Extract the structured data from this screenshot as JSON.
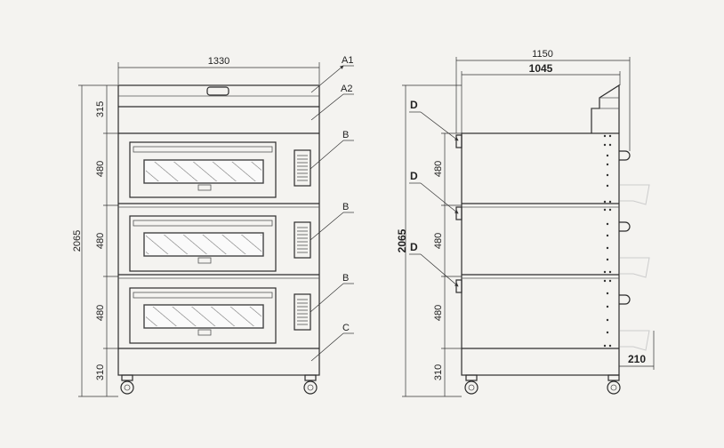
{
  "front_view": {
    "width_label": "1330",
    "height_label": "2065",
    "section_heights": [
      "315",
      "480",
      "480",
      "480",
      "310"
    ],
    "callouts": {
      "a1": "A1",
      "a2": "A2",
      "b1": "B",
      "b2": "B",
      "b3": "B",
      "c": "C"
    }
  },
  "side_view": {
    "depth_outer_label": "1150",
    "depth_inner_label": "1045",
    "height_label": "2065",
    "section_heights": [
      "480",
      "480",
      "480",
      "310"
    ],
    "offset_label": "210",
    "callouts": {
      "d1": "D",
      "d2": "D",
      "d3": "D"
    }
  }
}
